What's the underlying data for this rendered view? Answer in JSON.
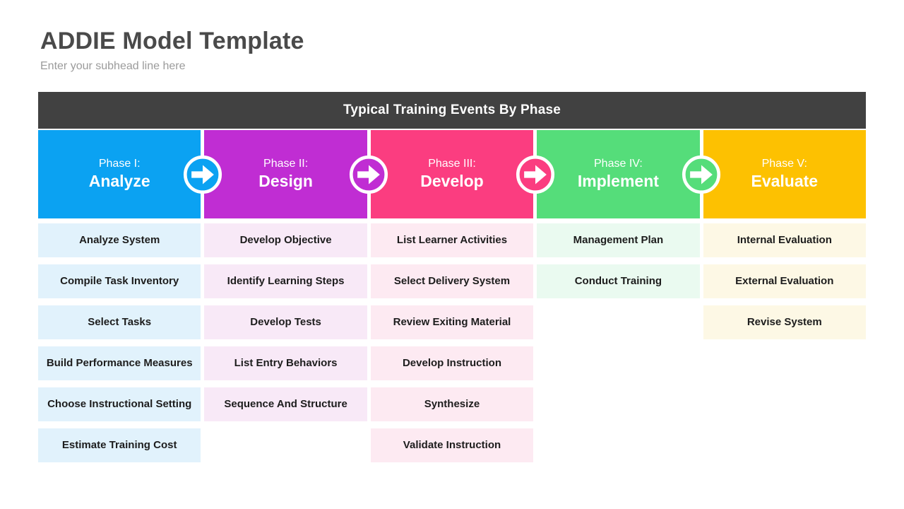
{
  "page": {
    "title": "ADDIE Model Template",
    "subtitle": "Enter your subhead line here"
  },
  "banner": {
    "label": "Typical Training Events By Phase"
  },
  "colors": {
    "banner_bg": "#414141",
    "banner_text": "#ffffff",
    "title_text": "#4a4a4a",
    "subtitle_text": "#9b9b9b",
    "cell_text": "#1d1d1d",
    "background": "#ffffff"
  },
  "arrow_icon": "right-arrow-in-circle",
  "phases": [
    {
      "label": "Phase I:",
      "name": "Analyze",
      "color": "#0ba2f2",
      "tint": "#e1f2fc",
      "items": [
        "Analyze System",
        "Compile Task Inventory",
        "Select Tasks",
        "Build Performance Measures",
        "Choose Instructional Setting",
        "Estimate Training Cost"
      ]
    },
    {
      "label": "Phase II:",
      "name": "Design",
      "color": "#c02dd3",
      "tint": "#f8e9f7",
      "items": [
        "Develop Objective",
        "Identify Learning Steps",
        "Develop Tests",
        "List Entry Behaviors",
        "Sequence And Structure"
      ]
    },
    {
      "label": "Phase III:",
      "name": "Develop",
      "color": "#fb3d80",
      "tint": "#fdeaf2",
      "items": [
        "List Learner Activities",
        "Select Delivery System",
        "Review Exiting Material",
        "Develop Instruction",
        "Synthesize",
        "Validate Instruction"
      ]
    },
    {
      "label": "Phase IV:",
      "name": "Implement",
      "color": "#55dd7a",
      "tint": "#eafaf0",
      "items": [
        "Management Plan",
        "Conduct Training"
      ]
    },
    {
      "label": "Phase V:",
      "name": "Evaluate",
      "color": "#fdc101",
      "tint": "#fdf8e5",
      "items": [
        "Internal Evaluation",
        "External Evaluation",
        "Revise System"
      ]
    }
  ]
}
